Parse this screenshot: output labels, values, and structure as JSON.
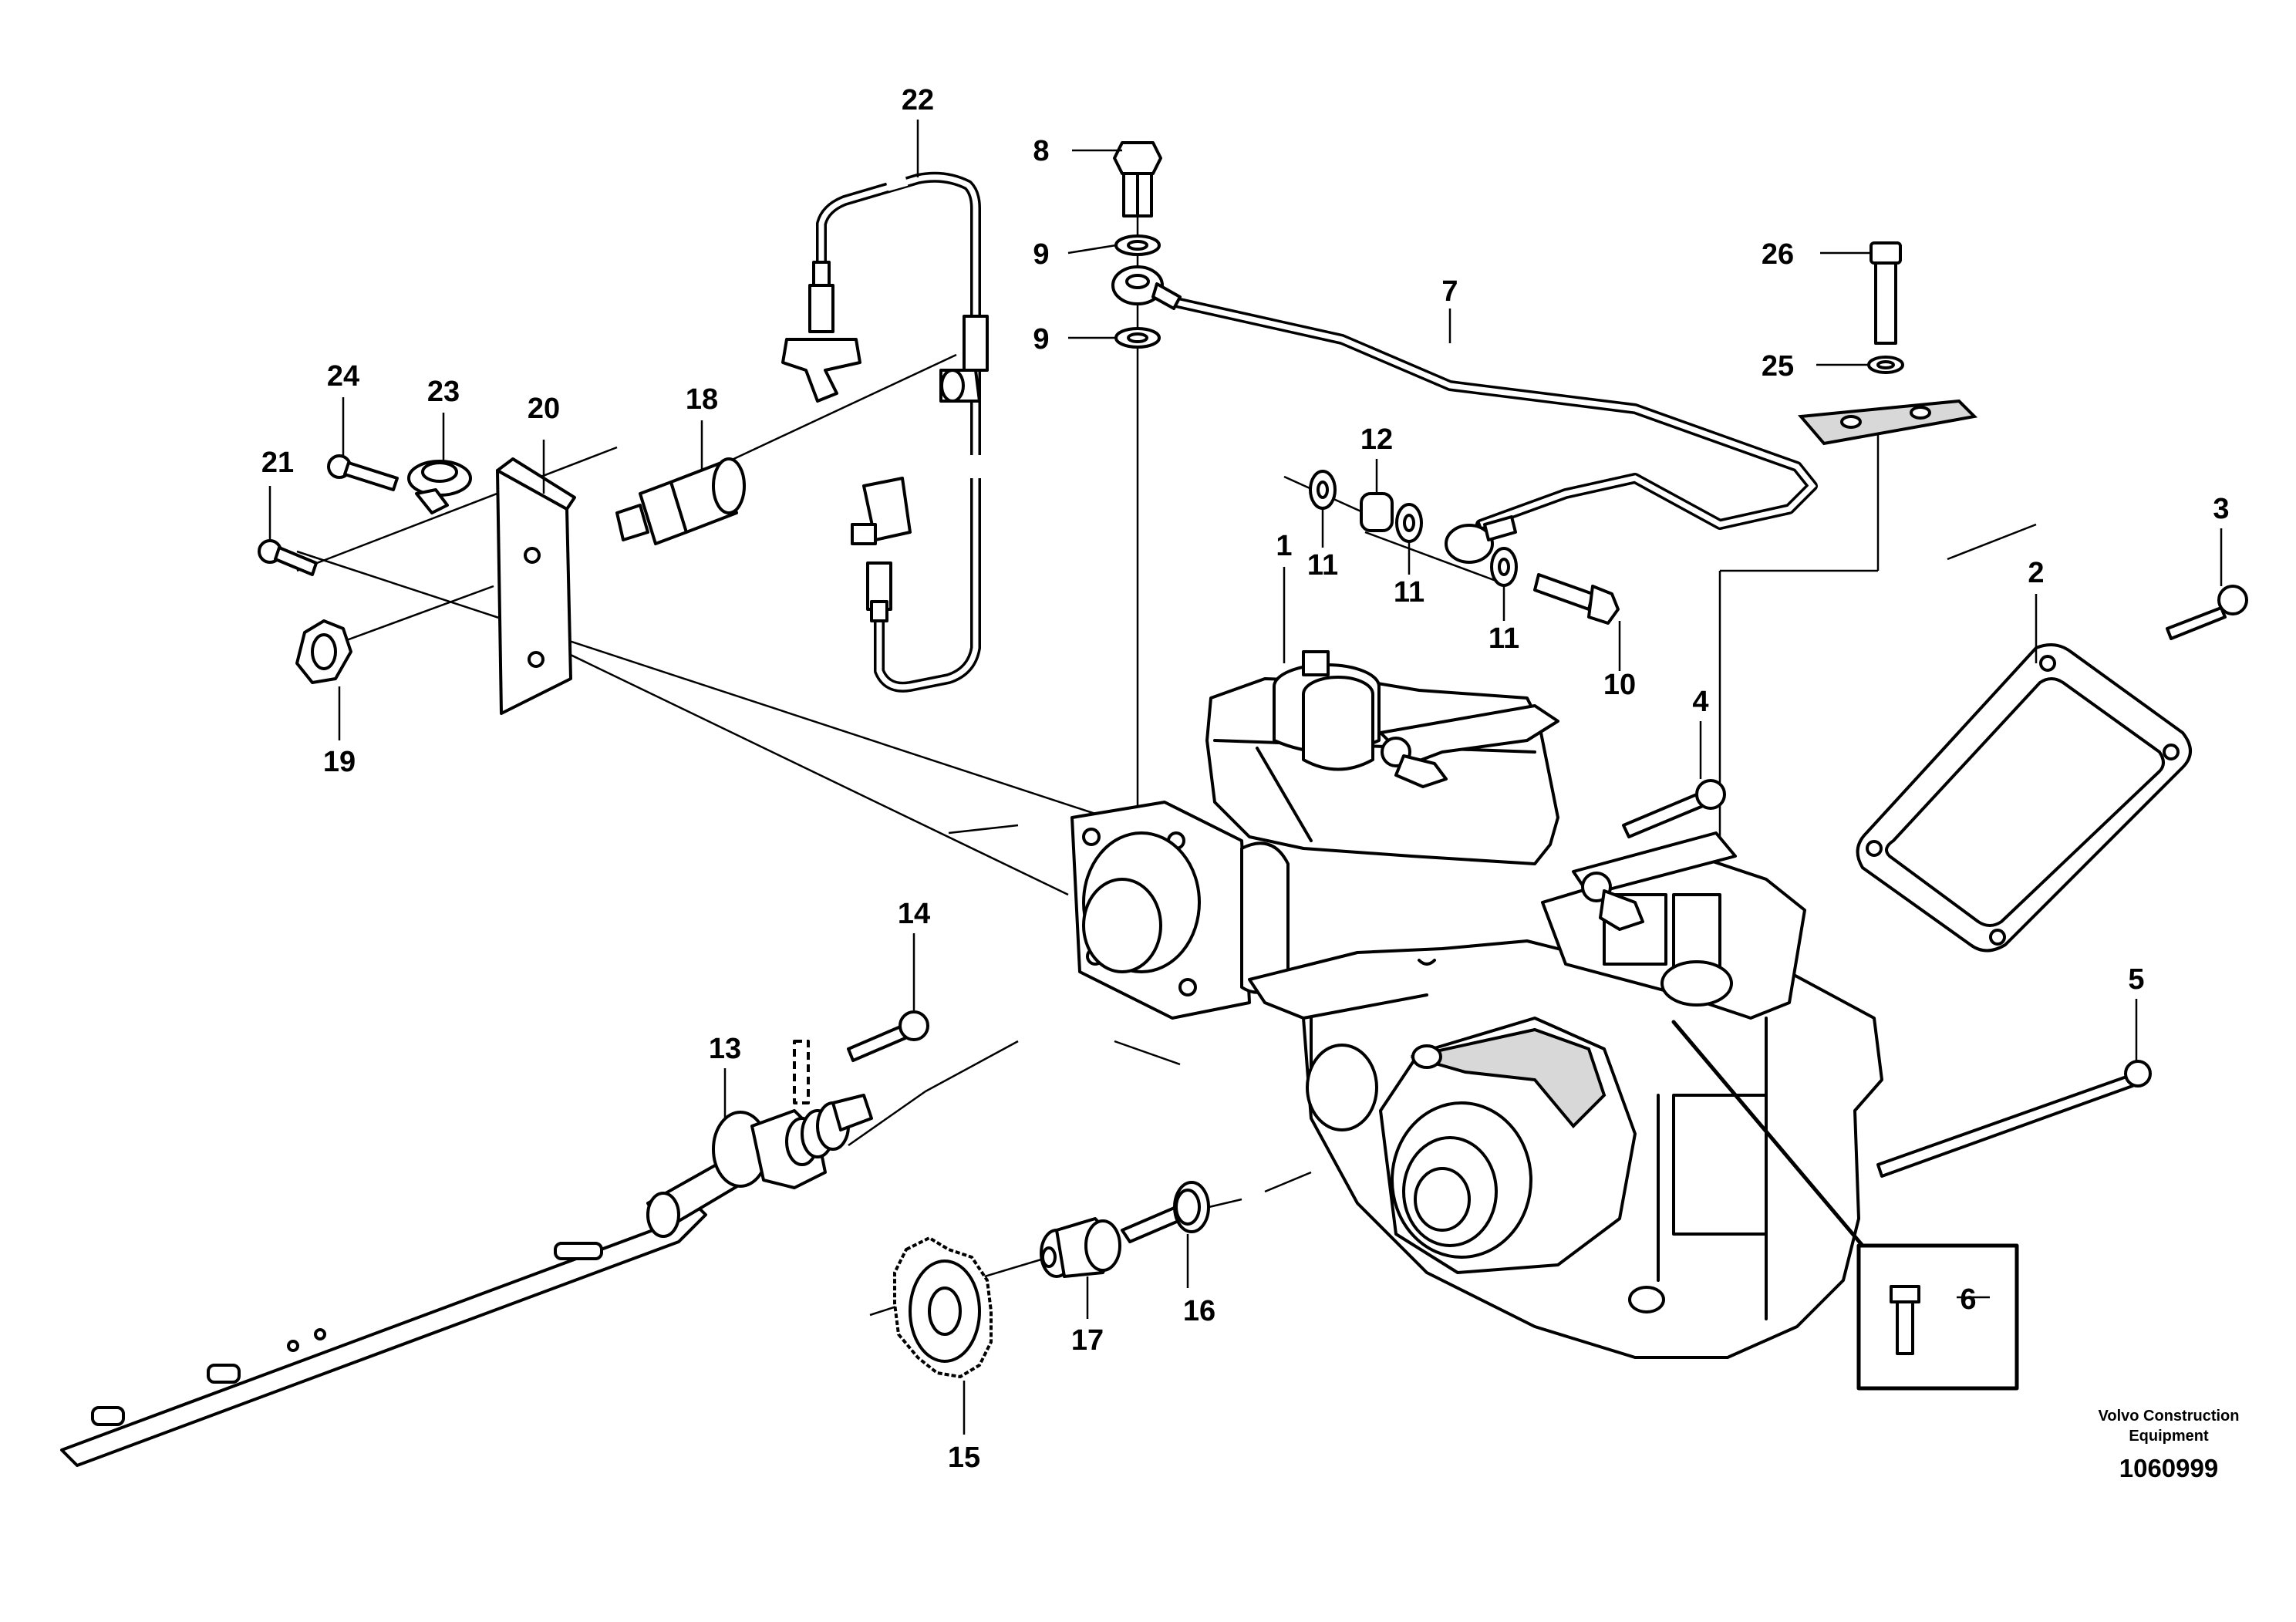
{
  "callouts": {
    "c1": "1",
    "c2": "2",
    "c3": "3",
    "c4": "4",
    "c5": "5",
    "c6": "6",
    "c7": "7",
    "c8": "8",
    "c9a": "9",
    "c9b": "9",
    "c10": "10",
    "c11a": "11",
    "c11b": "11",
    "c11c": "11",
    "c12": "12",
    "c13": "13",
    "c14": "14",
    "c15": "15",
    "c16": "16",
    "c17": "17",
    "c18": "18",
    "c19": "19",
    "c20": "20",
    "c21": "21",
    "c22": "22",
    "c23": "23",
    "c24": "24",
    "c25": "25",
    "c26": "26"
  },
  "brand_line1": "Volvo Construction",
  "brand_line2": "Equipment",
  "document_number": "1060999"
}
